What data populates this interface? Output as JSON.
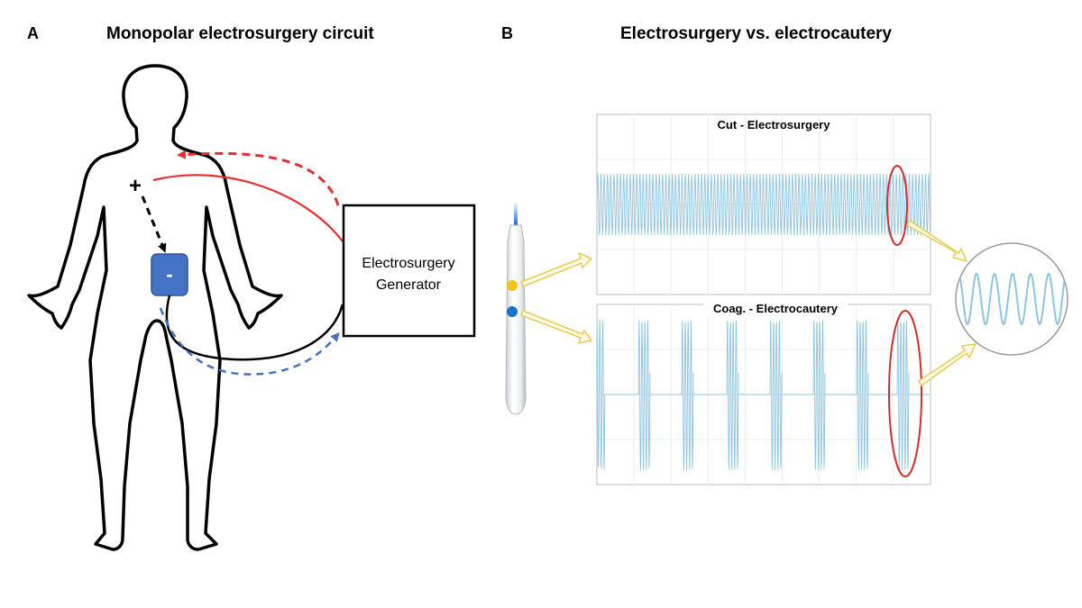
{
  "panel_a": {
    "letter": "A",
    "title": "Monopolar electrosurgery circuit",
    "positive_symbol": "+",
    "negative_symbol": "-",
    "generator_line1": "Electrosurgery",
    "generator_line2": "Generator"
  },
  "panel_b": {
    "letter": "B",
    "title": "Electrosurgery vs. electrocautery",
    "cut_title": "Cut - Electrosurgery",
    "coag_title": "Coag. - Electrocautery"
  },
  "colors": {
    "active_path": "#e53030",
    "return_path": "#4472c4",
    "pad": "#4472c4",
    "waveform": "#8ec5e0",
    "highlight": "#d62c2c",
    "pencil_cut_button": "#f0c419",
    "pencil_coag_button": "#1a73c9",
    "callout_arrow": "#f5e28a"
  },
  "icons": {
    "body": "human-outline",
    "pad": "return-electrode-pad",
    "pencil": "electrosurgical-pencil"
  }
}
